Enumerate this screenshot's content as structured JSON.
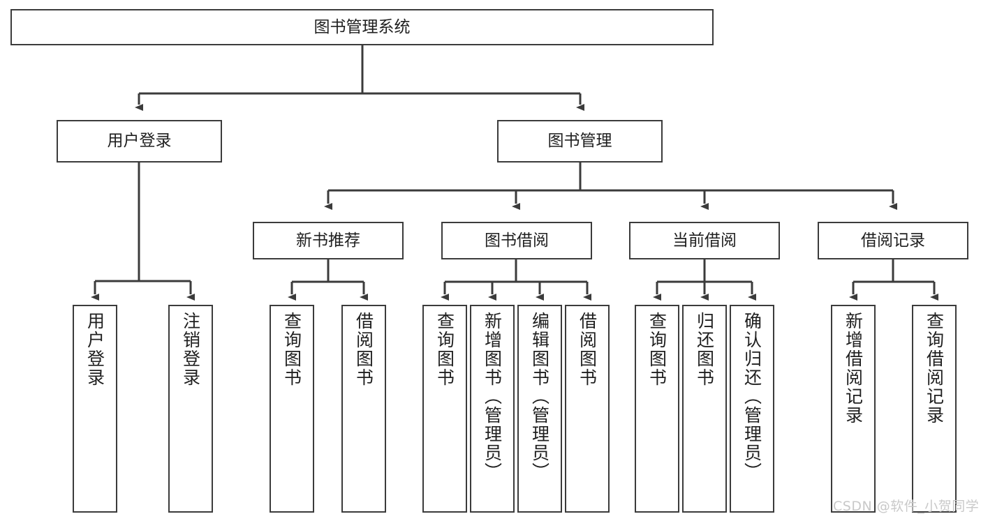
{
  "diagram": {
    "type": "tree",
    "title": "图书管理系统",
    "watermark": "CSDN @软件_小贺同学",
    "colors": {
      "stroke": "#3b3b3b",
      "fill": "#ffffff",
      "text": "#1f1f1f",
      "watermark": "#c9c9c9"
    },
    "nodes": {
      "root": {
        "label": "图书管理系统"
      },
      "level1": [
        {
          "id": "user-login",
          "label": "用户登录"
        },
        {
          "id": "book-manage",
          "label": "图书管理"
        }
      ],
      "level2": [
        {
          "id": "new-book-recommend",
          "label": "新书推荐"
        },
        {
          "id": "book-borrow",
          "label": "图书借阅"
        },
        {
          "id": "current-borrow",
          "label": "当前借阅"
        },
        {
          "id": "borrow-record",
          "label": "借阅记录"
        }
      ],
      "leaves": {
        "user-login": [
          {
            "id": "leaf-user-login",
            "label": "用户登录"
          },
          {
            "id": "leaf-logout-login",
            "label": "注销登录"
          }
        ],
        "new-book-recommend": [
          {
            "id": "leaf-query-book-1",
            "label": "查询图书"
          },
          {
            "id": "leaf-borrow-book-1",
            "label": "借阅图书"
          }
        ],
        "book-borrow": [
          {
            "id": "leaf-query-book-2",
            "label": "查询图书"
          },
          {
            "id": "leaf-add-book",
            "label": "新增图书（管理员）"
          },
          {
            "id": "leaf-edit-book",
            "label": "编辑图书（管理员）"
          },
          {
            "id": "leaf-borrow-book-2",
            "label": "借阅图书"
          }
        ],
        "current-borrow": [
          {
            "id": "leaf-query-book-3",
            "label": "查询图书"
          },
          {
            "id": "leaf-return-book",
            "label": "归还图书"
          },
          {
            "id": "leaf-confirm-return",
            "label": "确认归还（管理员）"
          }
        ],
        "borrow-record": [
          {
            "id": "leaf-add-record",
            "label": "新增借阅记录"
          },
          {
            "id": "leaf-query-record",
            "label": "查询借阅记录"
          }
        ]
      }
    }
  }
}
